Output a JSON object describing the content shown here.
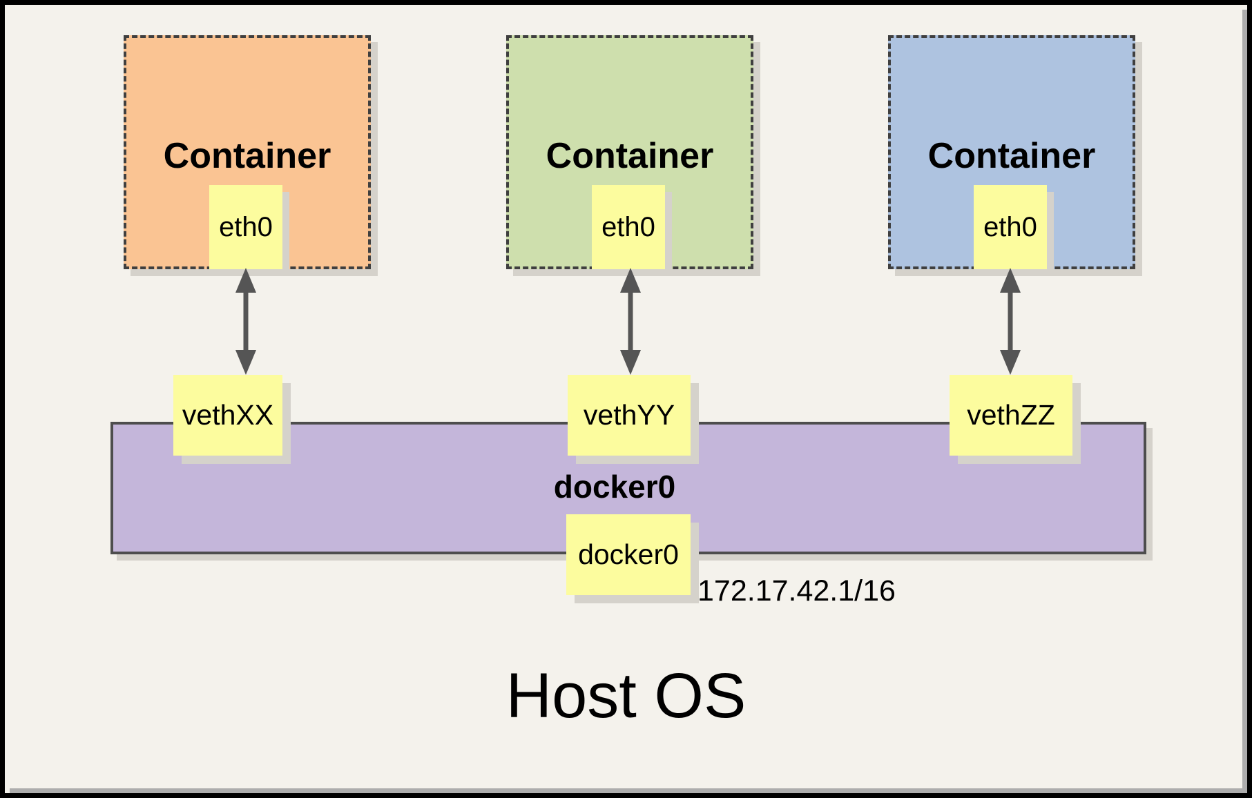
{
  "palette": {
    "canvas_bg": "#F4F2EC",
    "frame_border": "#000000",
    "frame_shadow": "#ADADAD",
    "box_shadow": "#D5D2CB",
    "interface_box_fill": "#FCFC9E",
    "dashed_border": "#3F3F3F",
    "bridge_border": "#4D4D4D",
    "arrow_color": "#555555",
    "text_color": "#000000"
  },
  "containers": [
    {
      "label": "Container",
      "fill": "#FAC493",
      "eth_label": "eth0",
      "veth_label": "vethXX",
      "arrow_icon": "double-headed-vertical-arrow"
    },
    {
      "label": "Container",
      "fill": "#CEDFAD",
      "eth_label": "eth0",
      "veth_label": "vethYY",
      "arrow_icon": "double-headed-vertical-arrow"
    },
    {
      "label": "Container",
      "fill": "#AEC3E0",
      "eth_label": "eth0",
      "veth_label": "vethZZ",
      "arrow_icon": "double-headed-vertical-arrow"
    }
  ],
  "bridge": {
    "label": "docker0",
    "fill": "#C4B6DA",
    "interface_label": "docker0",
    "ip_address": "172.17.42.1/16"
  },
  "host": {
    "label": "Host OS"
  }
}
